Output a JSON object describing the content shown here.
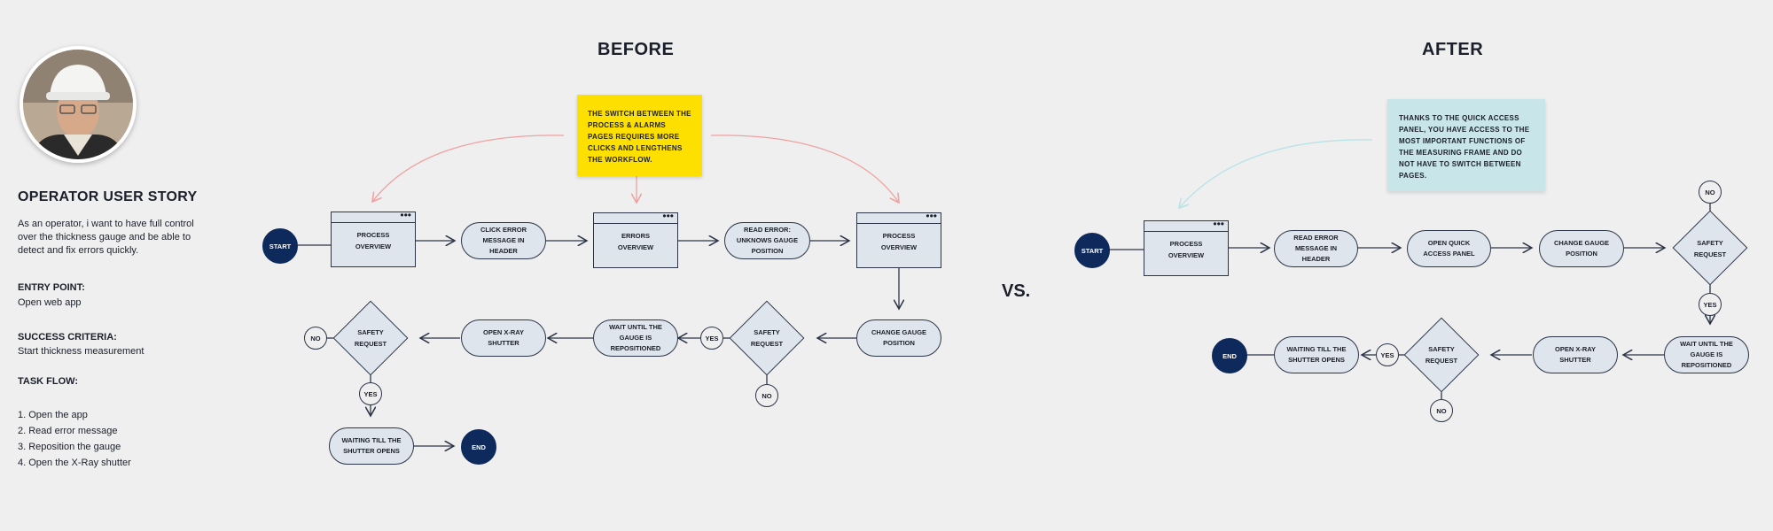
{
  "sidebar": {
    "title": "OPERATOR USER STORY",
    "story": "As an operator, i want to have full control over the thickness gauge and be able to detect and fix errors quickly.",
    "entry_label": "ENTRY POINT:",
    "entry_value": "Open web app",
    "success_label": "SUCCESS CRITERIA:",
    "success_value": "Start thickness measurement",
    "taskflow_label": "TASK FLOW:",
    "tasks": [
      "1. Open the app",
      "2. Read error message",
      "3. Reposition the gauge",
      "4. Open the X-Ray shutter"
    ]
  },
  "before": {
    "title": "BEFORE",
    "note": "THE SWITCH BETWEEN THE PROCESS & ALARMS PAGES REQUIRES MORE CLICKS AND LENGTHENS THE WORKFLOW.",
    "start": "START",
    "process1": "PROCESS\nOVERVIEW",
    "click_error": "CLICK ERROR\nMESSAGE IN\nHEADER",
    "errors": "ERRORS\nOVERVIEW",
    "read_error": "READ ERROR:\nUNKNOWS GAUGE\nPOSITION",
    "process2": "PROCESS\nOVERVIEW",
    "change_gauge": "CHANGE GAUGE\nPOSITION",
    "safety1": "SAFETY\nREQUEST",
    "yes1": "YES",
    "no1": "NO",
    "wait": "WAIT UNTIL THE\nGAUGE IS\nREPOSITIONED",
    "open_xray": "OPEN X-RAY\nSHUTTER",
    "safety2": "SAFETY\nREQUEST",
    "no2": "NO",
    "yes2": "YES",
    "waiting": "WAITING TILL THE\nSHUTTER OPENS",
    "end": "END"
  },
  "vs": "VS.",
  "after": {
    "title": "AFTER",
    "note": "THANKS TO THE QUICK ACCESS PANEL, YOU HAVE ACCESS TO THE MOST IMPORTANT FUNCTIONS OF THE MEASURING FRAME AND DO NOT HAVE TO SWITCH BETWEEN PAGES.",
    "start": "START",
    "process": "PROCESS\nOVERVIEW",
    "read_error": "READ ERROR\nMESSAGE IN\nHEADER",
    "open_quick": "OPEN QUICK\nACCESS PANEL",
    "change_gauge": "CHANGE GAUGE\nPOSITION",
    "no_top": "NO",
    "safety1": "SAFETY\nREQUEST",
    "yes1": "YES",
    "wait": "WAIT UNTIL THE\nGAUGE IS\nREPOSITIONED",
    "open_xray": "OPEN X-RAY\nSHUTTER",
    "safety2": "SAFETY\nREQUEST",
    "yes2": "YES",
    "no_bottom": "NO",
    "waiting": "WAITING TILL THE\nSHUTTER OPENS",
    "end": "END"
  },
  "colors": {
    "note_before": "#fde000",
    "note_after": "#c8e6ea",
    "dark_node": "#0e2a5c",
    "node_fill": "#dfe5ec",
    "arc_before": "#f0a0a0",
    "arc_after": "#b8e3e6"
  }
}
